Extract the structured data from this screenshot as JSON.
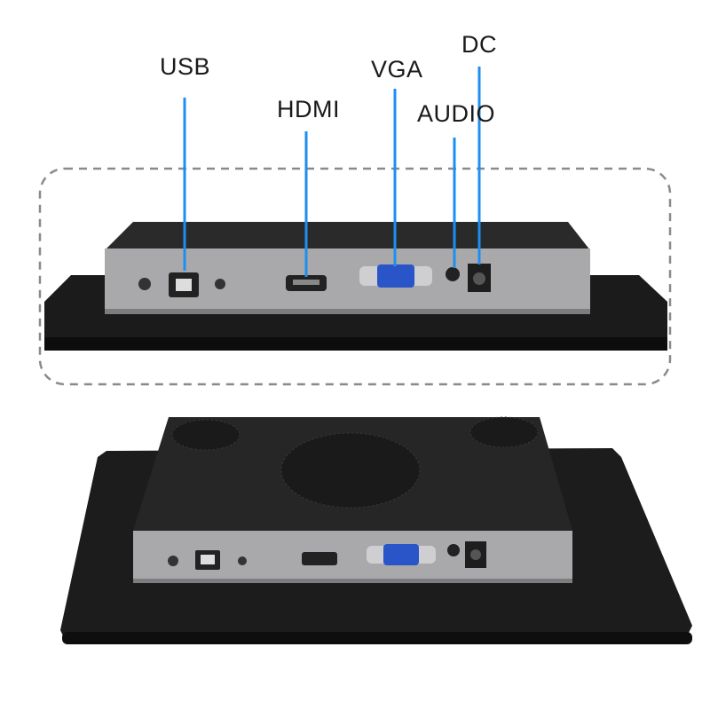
{
  "labels": {
    "usb": "USB",
    "hdmi": "HDMI",
    "vga": "VGA",
    "audio": "AUDIO",
    "dc": "DC"
  },
  "colors": {
    "pointer_line": "#1e8ff0",
    "bezel": "#141414",
    "io_panel": "#a9a9ab",
    "vga_port": "#2a55c8"
  }
}
